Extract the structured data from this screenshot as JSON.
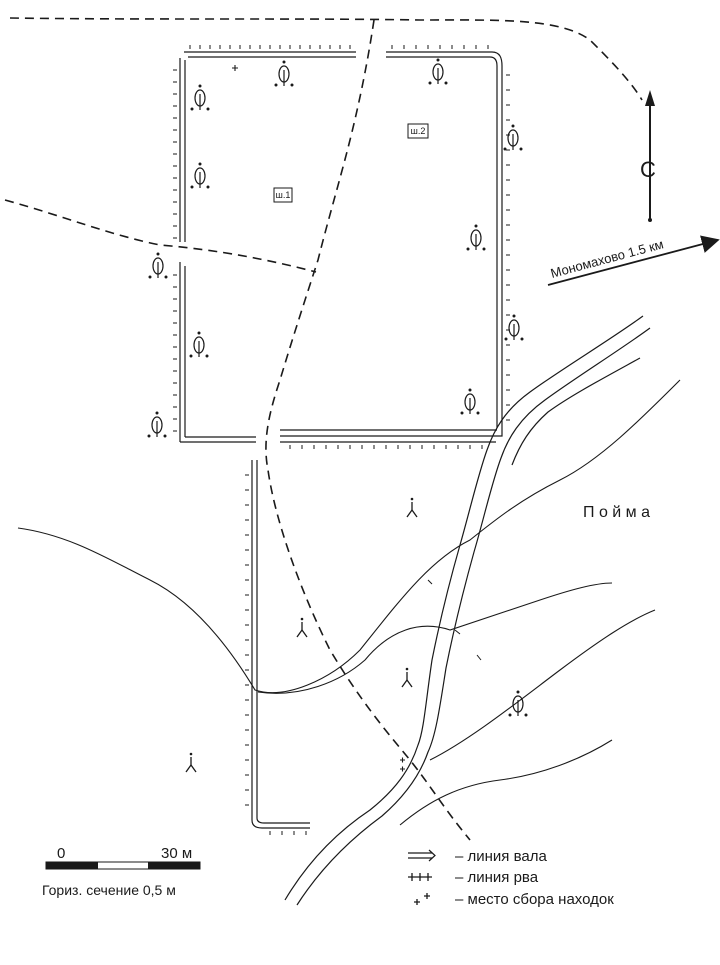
{
  "map": {
    "north_label": "С",
    "direction_label": "Мономахово 1.5 км",
    "floodplain_label": "П о й м а",
    "pit_labels": [
      "ш.1",
      "ш.2"
    ]
  },
  "scale_bar": {
    "start": "0",
    "end": "30 м"
  },
  "contour_note": "Гориз. сечение 0,5 м",
  "legend": [
    {
      "symbol": "rampart",
      "label": "– линия вала"
    },
    {
      "symbol": "ditch",
      "label": "– линия рва"
    },
    {
      "symbol": "finds",
      "label": "– место сбора находок"
    }
  ]
}
